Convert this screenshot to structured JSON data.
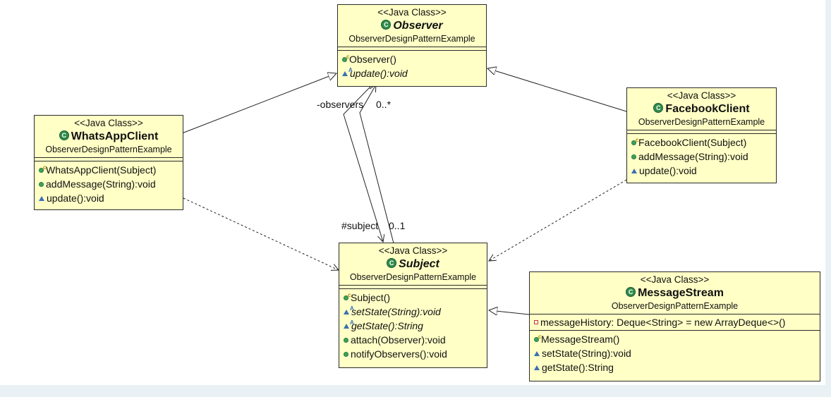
{
  "classes": {
    "observer": {
      "stereotype": "<<Java Class>>",
      "name": "Observer",
      "package": "ObserverDesignPatternExample",
      "attributes": [],
      "operations": [
        {
          "text": "Observer()",
          "visibility": "public",
          "constructor": true,
          "abstract": false
        },
        {
          "text": "update():void",
          "visibility": "package",
          "constructor": false,
          "abstract": true
        }
      ]
    },
    "whatsapp": {
      "stereotype": "<<Java Class>>",
      "name": "WhatsAppClient",
      "package": "ObserverDesignPatternExample",
      "attributes": [],
      "operations": [
        {
          "text": "WhatsAppClient(Subject)",
          "visibility": "public",
          "constructor": true,
          "abstract": false
        },
        {
          "text": "addMessage(String):void",
          "visibility": "public",
          "constructor": false,
          "abstract": false
        },
        {
          "text": "update():void",
          "visibility": "package",
          "constructor": false,
          "abstract": false
        }
      ]
    },
    "facebook": {
      "stereotype": "<<Java Class>>",
      "name": "FacebookClient",
      "package": "ObserverDesignPatternExample",
      "attributes": [],
      "operations": [
        {
          "text": "FacebookClient(Subject)",
          "visibility": "public",
          "constructor": true,
          "abstract": false
        },
        {
          "text": "addMessage(String):void",
          "visibility": "public",
          "constructor": false,
          "abstract": false
        },
        {
          "text": "update():void",
          "visibility": "package",
          "constructor": false,
          "abstract": false
        }
      ]
    },
    "subject": {
      "stereotype": "<<Java Class>>",
      "name": "Subject",
      "package": "ObserverDesignPatternExample",
      "attributes": [],
      "operations": [
        {
          "text": "Subject()",
          "visibility": "public",
          "constructor": true,
          "abstract": false
        },
        {
          "text": "setState(String):void",
          "visibility": "package",
          "constructor": false,
          "abstract": true
        },
        {
          "text": "getState():String",
          "visibility": "package",
          "constructor": false,
          "abstract": true
        },
        {
          "text": "attach(Observer):void",
          "visibility": "public",
          "constructor": false,
          "abstract": false
        },
        {
          "text": "notifyObservers():void",
          "visibility": "public",
          "constructor": false,
          "abstract": false
        }
      ]
    },
    "messagestream": {
      "stereotype": "<<Java Class>>",
      "name": "MessageStream",
      "package": "ObserverDesignPatternExample",
      "attributes": [
        {
          "text": "messageHistory: Deque<String> = new ArrayDeque<>()",
          "visibility": "private"
        }
      ],
      "operations": [
        {
          "text": "MessageStream()",
          "visibility": "public",
          "constructor": true,
          "abstract": false
        },
        {
          "text": "setState(String):void",
          "visibility": "package",
          "constructor": false,
          "abstract": false
        },
        {
          "text": "getState():String",
          "visibility": "package",
          "constructor": false,
          "abstract": false
        }
      ]
    }
  },
  "edge_labels": {
    "observers_role": "-observers",
    "observers_mult": "0..*",
    "subject_role": "#subject",
    "subject_mult": "0..1"
  },
  "relations": [
    {
      "from": "WhatsAppClient",
      "to": "Observer",
      "kind": "generalization"
    },
    {
      "from": "FacebookClient",
      "to": "Observer",
      "kind": "generalization"
    },
    {
      "from": "MessageStream",
      "to": "Subject",
      "kind": "generalization"
    },
    {
      "from": "WhatsAppClient",
      "to": "Subject",
      "kind": "dependency"
    },
    {
      "from": "FacebookClient",
      "to": "Subject",
      "kind": "dependency"
    },
    {
      "from": "Subject",
      "to": "Observer",
      "kind": "association"
    },
    {
      "from": "Observer",
      "to": "Subject",
      "kind": "association"
    }
  ],
  "colors": {
    "class_fill": "#ffffc6",
    "border": "#2a2a2a",
    "public_icon": "#3aa35a",
    "package_icon": "#3c6fb5",
    "private_icon": "#c0392b"
  }
}
